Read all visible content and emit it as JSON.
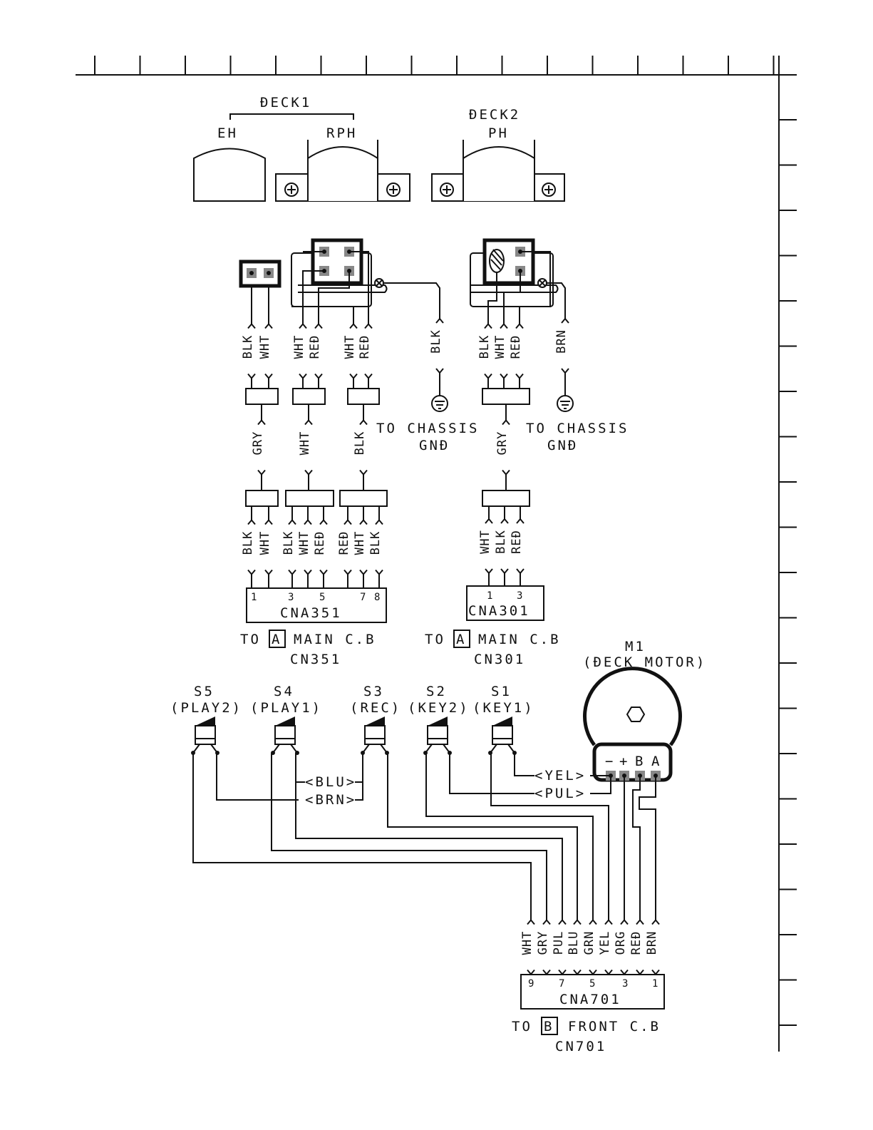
{
  "deck1": {
    "label": "ĐECK1",
    "eh": "EH",
    "rph": "RPH"
  },
  "deck2": {
    "label": "ĐECK2",
    "ph": "PH"
  },
  "wires": {
    "eh_blk": "BLK",
    "eh_wht": "WHT",
    "rph_wht1": "WHT",
    "rph_red1": "REĐ",
    "rph_wht2": "WHT",
    "rph_red2": "REĐ",
    "chassis_blk": "BLK",
    "ph_blk": "BLK",
    "ph_wht": "WHT",
    "ph_red": "REĐ",
    "chassis_brn": "BRN",
    "mid_gry1": "GRY",
    "mid_wht": "WHT",
    "mid_blk": "BLK",
    "mid_gry2": "GRY",
    "c351": [
      "BLK",
      "WHT",
      "BLK",
      "WHT",
      "REĐ",
      "REĐ",
      "WHT",
      "BLK"
    ],
    "c301": [
      "WHT",
      "BLK",
      "REĐ"
    ],
    "c701": [
      "WHT",
      "GRY",
      "PUL",
      "BLU",
      "GRN",
      "YEL",
      "ORG",
      "REĐ",
      "BRN"
    ]
  },
  "chassis1": {
    "line1": "TO CHASSIS",
    "line2": "GNĐ"
  },
  "chassis2": {
    "line1": "TO CHASSIS",
    "line2": "GNĐ"
  },
  "cna351": {
    "name": "CNA351",
    "pins": [
      "1",
      "3",
      "5",
      "7",
      "8"
    ],
    "to_prefix": "TO",
    "board_letter": "A",
    "to_suffix": "MAIN C.B",
    "cn": "CN351"
  },
  "cna301": {
    "name": "CNA301",
    "pins": [
      "1",
      "3"
    ],
    "to_prefix": "TO",
    "board_letter": "A",
    "to_suffix": "MAIN C.B",
    "cn": "CN301"
  },
  "cna701": {
    "name": "CNA701",
    "pins": [
      "9",
      "7",
      "5",
      "3",
      "1"
    ],
    "to_prefix": "TO",
    "board_letter": "B",
    "to_suffix": "FRONT C.B",
    "cn": "CN701"
  },
  "motor": {
    "name": "M1",
    "desc": "(ĐECK MOTOR)",
    "terminals": [
      "−",
      "+",
      "B",
      "A"
    ]
  },
  "switches": [
    {
      "id": "S5",
      "desc": "(PLAY2)"
    },
    {
      "id": "S4",
      "desc": "(PLAY1)"
    },
    {
      "id": "S3",
      "desc": "(REC)"
    },
    {
      "id": "S2",
      "desc": "(KEY2)"
    },
    {
      "id": "S1",
      "desc": "(KEY1)"
    }
  ],
  "mid_wires": {
    "blu": "<BLU>",
    "brn": "<BRN>",
    "yel": "<YEL>",
    "pul": "<PUL>"
  }
}
